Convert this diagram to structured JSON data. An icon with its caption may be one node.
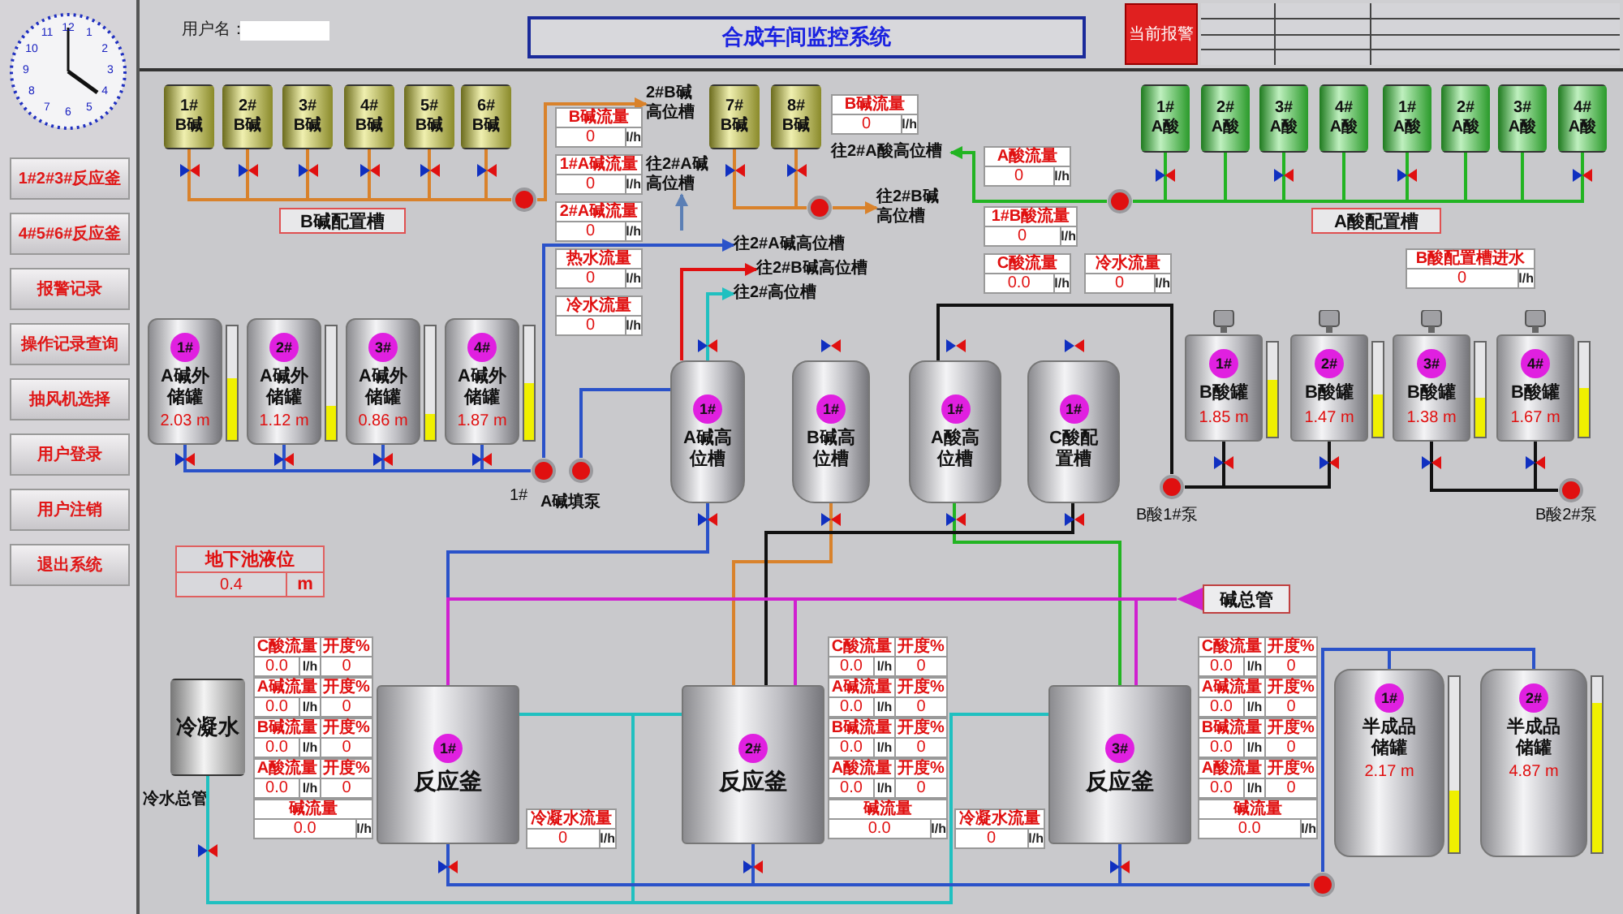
{
  "diagram": {
    "title": "合成车间监控系统",
    "nodes": [
      {
        "text": [
          "1#2#3#反应釜"
        ]
      },
      {
        "text": [
          "4#5#6#反应釜"
        ]
      },
      {
        "text": [
          "报警记录"
        ]
      },
      {
        "text": [
          "操作记录查询"
        ]
      },
      {
        "text": [
          "抽风机选择"
        ]
      },
      {
        "text": [
          "用户登录"
        ]
      },
      {
        "text": [
          "用户注销"
        ]
      },
      {
        "text": [
          "退出系统"
        ]
      },
      {
        "text": [
          "当前报警"
        ]
      },
      {
        "text": [
          "1#",
          "B碱"
        ]
      },
      {
        "text": [
          "2#",
          "B碱"
        ]
      },
      {
        "text": [
          "3#",
          "B碱"
        ]
      },
      {
        "text": [
          "4#",
          "B碱"
        ]
      },
      {
        "text": [
          "5#",
          "B碱"
        ]
      },
      {
        "text": [
          "6#",
          "B碱"
        ]
      },
      {
        "text": [
          "7#",
          "B碱"
        ]
      },
      {
        "text": [
          "8#",
          "B碱"
        ]
      },
      {
        "text": [],
        "shape": "circle"
      },
      {
        "text": [],
        "shape": "circle"
      },
      {
        "text": [
          "B碱配置槽"
        ]
      },
      {
        "text": [
          "B碱流量",
          "0",
          "l/h"
        ]
      },
      {
        "text": [
          "1#A碱流量",
          "0",
          "l/h"
        ]
      },
      {
        "text": [
          "2#A碱流量",
          "0",
          "l/h"
        ]
      },
      {
        "text": [
          "热水流量",
          "0",
          "l/h"
        ]
      },
      {
        "text": [
          "冷水流量",
          "0",
          "l/h"
        ]
      },
      {
        "text": [
          "B碱流量",
          "0",
          "l/h"
        ]
      },
      {
        "text": [
          "A酸流量",
          "0",
          "l/h"
        ]
      },
      {
        "text": [
          "1#B酸流量",
          "0",
          "l/h"
        ]
      },
      {
        "text": [
          "C酸流量",
          "0.0",
          "l/h"
        ]
      },
      {
        "text": [
          "冷水流量",
          "0",
          "l/h"
        ]
      },
      {
        "text": [
          "B酸配置槽进水",
          "0",
          "l/h"
        ]
      },
      {
        "text": [
          "1#",
          "A酸"
        ]
      },
      {
        "text": [
          "2#",
          "A酸"
        ]
      },
      {
        "text": [
          "3#",
          "A酸"
        ]
      },
      {
        "text": [
          "4#",
          "A酸"
        ]
      },
      {
        "text": [
          "1#",
          "A酸"
        ]
      },
      {
        "text": [
          "2#",
          "A酸"
        ]
      },
      {
        "text": [
          "3#",
          "A酸"
        ]
      },
      {
        "text": [
          "4#",
          "A酸"
        ]
      },
      {
        "text": [],
        "shape": "circle"
      },
      {
        "text": [
          "A酸配置槽"
        ]
      },
      {
        "text": [
          "1#",
          "A碱外储罐",
          "2.03 m"
        ]
      },
      {
        "text": [
          "2#",
          "A碱外储罐",
          "1.12 m"
        ]
      },
      {
        "text": [
          "3#",
          "A碱外储罐",
          "0.86 m"
        ]
      },
      {
        "text": [
          "4#",
          "A碱外储罐",
          "1.87 m"
        ]
      },
      {
        "text": [],
        "shape": "circle",
        "beside": [
          "1#"
        ]
      },
      {
        "text": [],
        "shape": "circle"
      },
      {
        "text": [
          "1#",
          "A碱高位槽"
        ]
      },
      {
        "text": [
          "1#",
          "B碱高位槽"
        ]
      },
      {
        "text": [
          "1#",
          "A酸高位槽"
        ]
      },
      {
        "text": [
          "1#",
          "C酸配置槽"
        ]
      },
      {
        "text": [
          "1#",
          "B酸罐",
          "1.85 m"
        ]
      },
      {
        "text": [
          "2#",
          "B酸罐",
          "1.47 m"
        ]
      },
      {
        "text": [
          "3#",
          "B酸罐",
          "1.38 m"
        ]
      },
      {
        "text": [
          "4#",
          "B酸罐",
          "1.67 m"
        ]
      },
      {
        "text": [],
        "shape": "circle",
        "beside": [
          "B酸1#泵"
        ]
      },
      {
        "text": [],
        "shape": "circle",
        "beside": [
          "B酸2#泵"
        ]
      },
      {
        "text": [
          "地下池液位",
          "0.4",
          "m"
        ]
      },
      {
        "text": [
          "碱总管"
        ]
      },
      {
        "text": [
          "冷凝水"
        ]
      },
      {
        "text": [
          "1#",
          "反应釜"
        ]
      },
      {
        "text": [
          "2#",
          "反应釜"
        ]
      },
      {
        "text": [
          "3#",
          "反应釜"
        ]
      },
      {
        "text": [
          "C酸流量",
          "开度%",
          "0.0",
          "l/h",
          "0"
        ]
      },
      {
        "text": [
          "A碱流量",
          "开度%",
          "0.0",
          "l/h",
          "0"
        ]
      },
      {
        "text": [
          "B碱流量",
          "开度%",
          "0.0",
          "l/h",
          "0"
        ]
      },
      {
        "text": [
          "A酸流量",
          "开度%",
          "0.0",
          "l/h",
          "0"
        ]
      },
      {
        "text": [
          "碱流量",
          "0.0",
          "l/h"
        ]
      },
      {
        "text": [
          "C酸流量",
          "开度%",
          "0.0",
          "l/h",
          "0"
        ]
      },
      {
        "text": [
          "A碱流量",
          "开度%",
          "0.0",
          "l/h",
          "0"
        ]
      },
      {
        "text": [
          "B碱流量",
          "开度%",
          "0.0",
          "l/h",
          "0"
        ]
      },
      {
        "text": [
          "A酸流量",
          "开度%",
          "0.0",
          "l/h",
          "0"
        ]
      },
      {
        "text": [
          "碱流量",
          "0.0",
          "l/h"
        ]
      },
      {
        "text": [
          "C酸流量",
          "开度%",
          "0.0",
          "l/h",
          "0"
        ]
      },
      {
        "text": [
          "A碱流量",
          "开度%",
          "0.0",
          "l/h",
          "0"
        ]
      },
      {
        "text": [
          "B碱流量",
          "开度%",
          "0.0",
          "l/h",
          "0"
        ]
      },
      {
        "text": [
          "A酸流量",
          "开度%",
          "0.0",
          "l/h",
          "0"
        ]
      },
      {
        "text": [
          "碱流量",
          "0.0",
          "l/h"
        ]
      },
      {
        "text": [
          "冷凝水流量",
          "0",
          "l/h"
        ]
      },
      {
        "text": [
          "冷凝水流量",
          "0",
          "l/h"
        ]
      },
      {
        "text": [
          "1#",
          "半成品储罐",
          "2.17 m"
        ]
      },
      {
        "text": [
          "2#",
          "半成品储罐",
          "4.87 m"
        ]
      },
      {
        "text": [],
        "shape": "circle"
      },
      {
        "text": [
          "2#B碱高位槽"
        ]
      },
      {
        "text": [
          "往2#A碱高位槽"
        ]
      },
      {
        "text": [
          "往2#A碱高位槽"
        ]
      },
      {
        "text": [
          "往2#B碱高位槽"
        ]
      },
      {
        "text": [
          "往2#高位槽"
        ]
      },
      {
        "text": [
          "往2#A酸高位槽"
        ]
      },
      {
        "text": [
          "往2#B碱高位槽"
        ]
      }
    ],
    "edges": [
      {
        "from": 9,
        "to": 17,
        "arrow": "none",
        "color": "#d9822b"
      },
      {
        "from": 10,
        "to": 17,
        "arrow": "none",
        "color": "#d9822b"
      },
      {
        "from": 11,
        "to": 17,
        "arrow": "none",
        "color": "#d9822b"
      },
      {
        "from": 12,
        "to": 17,
        "arrow": "none",
        "color": "#d9822b"
      },
      {
        "from": 13,
        "to": 17,
        "arrow": "none",
        "color": "#d9822b"
      },
      {
        "from": 14,
        "to": 17,
        "arrow": "none",
        "color": "#d9822b"
      },
      {
        "from": 17,
        "to": 83,
        "arrow": "to",
        "color": "#d9822b"
      },
      {
        "from": 15,
        "to": 18,
        "arrow": "none",
        "color": "#d9822b"
      },
      {
        "from": 16,
        "to": 18,
        "arrow": "none",
        "color": "#d9822b"
      },
      {
        "from": 18,
        "to": 89,
        "arrow": "to",
        "color": "#d9822b"
      },
      {
        "from": 31,
        "to": 39,
        "arrow": "none",
        "color": "#22b422"
      },
      {
        "from": 32,
        "to": 39,
        "arrow": "none",
        "color": "#22b422"
      },
      {
        "from": 33,
        "to": 39,
        "arrow": "none",
        "color": "#22b422"
      },
      {
        "from": 34,
        "to": 39,
        "arrow": "none",
        "color": "#22b422"
      },
      {
        "from": 35,
        "to": 39,
        "arrow": "none",
        "color": "#22b422"
      },
      {
        "from": 36,
        "to": 39,
        "arrow": "none",
        "color": "#22b422"
      },
      {
        "from": 37,
        "to": 39,
        "arrow": "none",
        "color": "#22b422"
      },
      {
        "from": 38,
        "to": 39,
        "arrow": "none",
        "color": "#22b422"
      },
      {
        "from": 39,
        "to": 88,
        "arrow": "to",
        "color": "#22b422"
      },
      {
        "from": 41,
        "to": 45,
        "arrow": "none"
      },
      {
        "from": 42,
        "to": 45,
        "arrow": "none"
      },
      {
        "from": 43,
        "to": 45,
        "arrow": "none"
      },
      {
        "from": 44,
        "to": 45,
        "arrow": "none"
      },
      {
        "from": 45,
        "to": 85,
        "arrow": "to"
      },
      {
        "from": 46,
        "to": 47,
        "arrow": "none"
      },
      {
        "from": null,
        "to": 84,
        "arrow": "to",
        "color": "#5b7fb5"
      },
      {
        "from": 47,
        "to": 86,
        "arrow": "to",
        "color": "#e01010"
      },
      {
        "from": 47,
        "to": 87,
        "arrow": "to",
        "color": "#20c0c0"
      },
      {
        "from": 51,
        "to": 55,
        "arrow": "none",
        "color": "#111111"
      },
      {
        "from": 52,
        "to": 55,
        "arrow": "none",
        "color": "#111111"
      },
      {
        "from": 53,
        "to": 56,
        "arrow": "none",
        "color": "#111111"
      },
      {
        "from": 54,
        "to": 56,
        "arrow": "none",
        "color": "#111111"
      },
      {
        "from": 55,
        "to": 49,
        "arrow": "none",
        "color": "#111111"
      },
      {
        "from": 47,
        "to": 60,
        "arrow": "none"
      },
      {
        "from": 48,
        "to": 61,
        "arrow": "none",
        "color": "#d9822b"
      },
      {
        "from": 49,
        "to": 62,
        "arrow": "none",
        "color": "#22b422"
      },
      {
        "from": 50,
        "to": 61,
        "arrow": "none",
        "color": "#111111"
      },
      {
        "from": 58,
        "to": 60,
        "arrow": "none",
        "color": "#d020d0"
      },
      {
        "from": 58,
        "to": 61,
        "arrow": "none",
        "color": "#d020d0"
      },
      {
        "from": 58,
        "to": 62,
        "arrow": "none",
        "color": "#d020d0"
      },
      {
        "from": 59,
        "to": 60,
        "arrow": "none",
        "color": "#20c0c0"
      },
      {
        "from": 59,
        "to": 61,
        "arrow": "none",
        "color": "#20c0c0"
      },
      {
        "from": 59,
        "to": 62,
        "arrow": "none",
        "color": "#20c0c0"
      },
      {
        "from": 60,
        "to": 82,
        "arrow": "none"
      },
      {
        "from": 61,
        "to": 82,
        "arrow": "none"
      },
      {
        "from": 62,
        "to": 82,
        "arrow": "none"
      },
      {
        "from": 82,
        "to": 80,
        "arrow": "none"
      },
      {
        "from": 82,
        "to": 81,
        "arrow": "none"
      }
    ],
    "labels": [
      "用户名：",
      "12",
      "1",
      "2",
      "3",
      "4",
      "5",
      "6",
      "7",
      "8",
      "9",
      "10",
      "11",
      "A碱填泵",
      "冷水总管"
    ]
  }
}
